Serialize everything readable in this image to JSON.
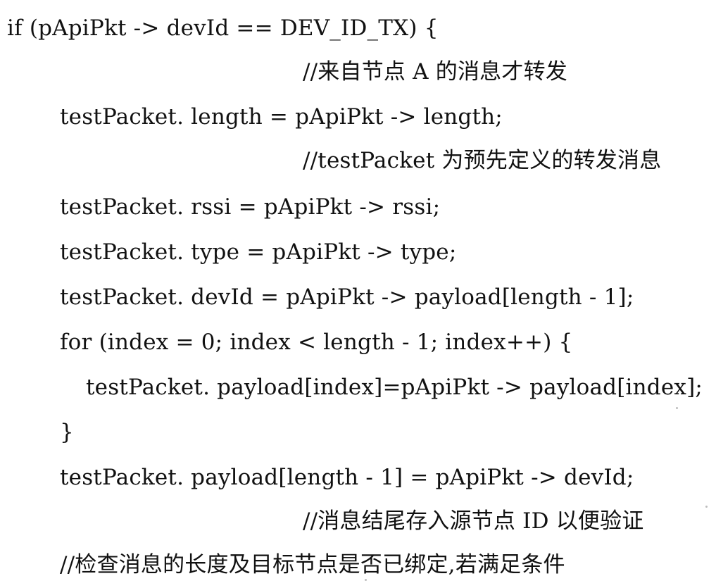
{
  "code": {
    "lines": [
      "if (pApiPkt -> devId == DEV_ID_TX) {",
      "//来自节点 A 的消息才转发",
      "testPacket. length = pApiPkt -> length;",
      "//testPacket 为预先定义的转发消息",
      "testPacket. rssi = pApiPkt -> rssi;",
      "testPacket. type = pApiPkt -> type;",
      "testPacket. devId = pApiPkt -> payload[length - 1];",
      "for (index = 0; index < length - 1; index++) {",
      "testPacket. payload[index]=pApiPkt -> payload[index];",
      "}",
      "testPacket. payload[length - 1] = pApiPkt -> devId;",
      "//消息结尾存入源节点 ID 以便验证",
      "//检查消息的长度及目标节点是否已绑定,若满足条件"
    ]
  }
}
